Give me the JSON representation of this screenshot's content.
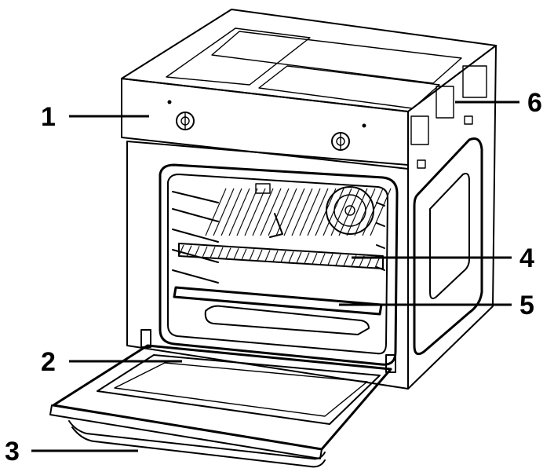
{
  "diagram": {
    "parts": [
      {
        "number": "1",
        "part": "control-panel"
      },
      {
        "number": "2",
        "part": "oven-door"
      },
      {
        "number": "3",
        "part": "door-handle"
      },
      {
        "number": "4",
        "part": "wire-shelf"
      },
      {
        "number": "5",
        "part": "baking-tray"
      },
      {
        "number": "6",
        "part": "cooling-vent"
      }
    ]
  }
}
